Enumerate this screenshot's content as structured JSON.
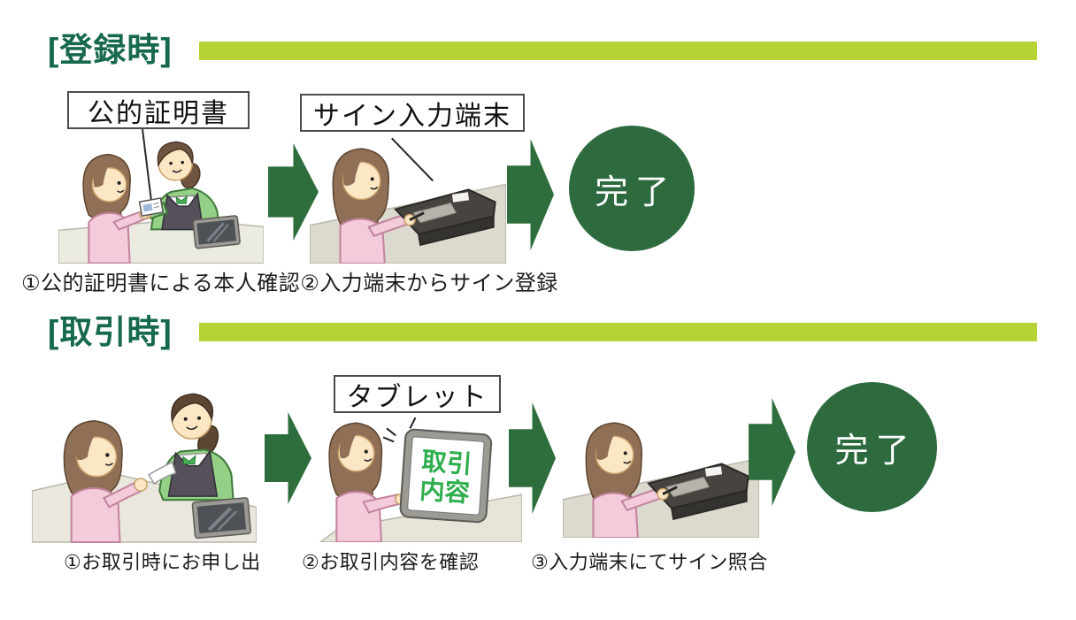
{
  "colors": {
    "accent_bar": "#b5d334",
    "heading_green": "#17694e",
    "arrow_green": "#2e6e3d",
    "done_circle_green": "#2d6b3e",
    "tablet_text_green": "#2fae4d"
  },
  "registration": {
    "heading": "[登録時]",
    "label_certificate": "公的証明書",
    "label_terminal": "サイン入力端末",
    "done": "完了",
    "caption": "①公的証明書による本人確認②入力端末からサイン登録"
  },
  "transaction": {
    "heading": "[取引時]",
    "label_tablet": "タブレット",
    "tablet_screen_line1": "取引",
    "tablet_screen_line2": "内容",
    "done": "完了",
    "caption_step1": "①お取引時にお申し出",
    "caption_step2": "②お取引内容を確認",
    "caption_step3": "③入力端末にてサイン照合"
  }
}
